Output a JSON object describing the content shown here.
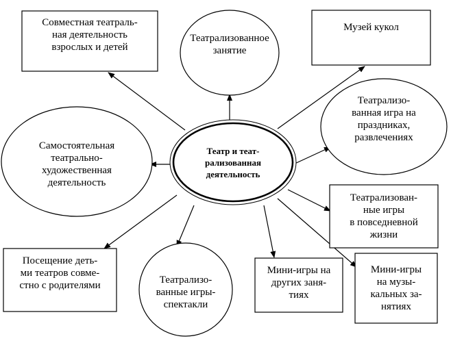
{
  "center": {
    "label": "Театр и теат-\nрализованная\nдеятельность"
  },
  "nodes": [
    {
      "id": "joint-activity",
      "shape": "rect",
      "label": "Совместная театраль-\nная деятельность\nвзрослых и детей"
    },
    {
      "id": "theatrical-lesson",
      "shape": "ellipse",
      "label": "Театрализованное\nзанятие"
    },
    {
      "id": "doll-museum",
      "shape": "rect",
      "label": "Музей кукол"
    },
    {
      "id": "holiday-play",
      "shape": "ellipse",
      "label": "Театрализо-\nванная игра на\nпраздниках,\nразвлечениях"
    },
    {
      "id": "independent-activity",
      "shape": "ellipse",
      "label": "Самостоятельная\nтеатрально-\nхудожественная\nдеятельность"
    },
    {
      "id": "everyday-games",
      "shape": "rect",
      "label": "Театрализован-\nные игры\nв повседневной\nжизни"
    },
    {
      "id": "theatre-visits",
      "shape": "rect",
      "label": "Посещение деть-\nми театров совме-\nстно с родителями"
    },
    {
      "id": "play-performances",
      "shape": "ellipse",
      "label": "Театрализо-\nванные игры-\nспектакли"
    },
    {
      "id": "mini-games-other",
      "shape": "rect",
      "label": "Мини-игры на\nдругих заня-\nтиях"
    },
    {
      "id": "mini-games-music",
      "shape": "rect",
      "label": "Мини-игры\nна музы-\nкальных за-\nнятиях"
    }
  ],
  "colors": {
    "stroke": "#000000",
    "fill": "#ffffff"
  }
}
